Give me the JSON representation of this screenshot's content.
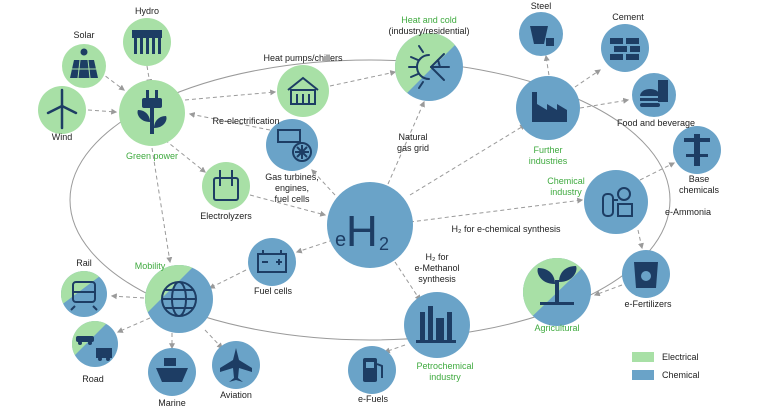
{
  "colors": {
    "electrical": "#a8e0a6",
    "chemical": "#6aa3c8",
    "icon": "#1d3d64",
    "green_text": "#3faa3f",
    "arrow": "#9a9a9a"
  },
  "labels": {
    "hydro": "Hydro",
    "solar": "Solar",
    "wind": "Wind",
    "green_power": "Green power",
    "heat_cold_1": "Heat and cold",
    "heat_cold_2": "(industry/residential)",
    "heat_pumps": "Heat pumps/chillers",
    "re_electrification": "Re-electrification",
    "natural_gas_1": "Natural",
    "natural_gas_2": "gas grid",
    "gas_turbines_1": "Gas turbines,",
    "gas_turbines_2": "engines,",
    "gas_turbines_3": "fuel cells",
    "electrolyzers": "Electrolyzers",
    "eh2_e": "e",
    "eh2_h": "H",
    "eh2_2": "2",
    "steel": "Steel",
    "cement": "Cement",
    "food": "Food and beverage",
    "further_1": "Further",
    "further_2": "industries",
    "base_1": "Base",
    "base_2": "chemicals",
    "chem_ind_1": "Chemical",
    "chem_ind_2": "industry",
    "e_ammonia": "e-Ammonia",
    "h2_echem": "H₂ for e-chemical synthesis",
    "h2_meth_1": "H₂ for",
    "h2_meth_2": "e-Methanol",
    "h2_meth_3": "synthesis",
    "mobility": "Mobility",
    "rail": "Rail",
    "road": "Road",
    "marine": "Marine",
    "aviation": "Aviation",
    "fuel_cells": "Fuel cells",
    "efuels": "e-Fuels",
    "petro_1": "Petrochemical",
    "petro_2": "industry",
    "agricultural": "Agricultural",
    "efertilizers": "e-Fertilizers"
  },
  "legend": [
    {
      "label": "Electrical",
      "color": "#a8e0a6"
    },
    {
      "label": "Chemical",
      "color": "#6aa3c8"
    }
  ]
}
